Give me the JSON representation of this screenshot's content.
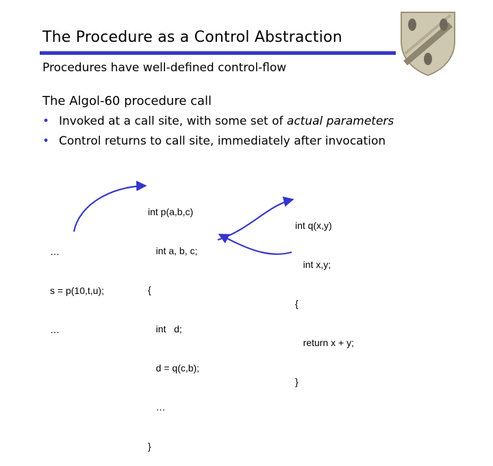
{
  "slide": {
    "title": "The Procedure as a Control Abstraction",
    "subtitle": "Procedures have well-defined control-flow",
    "heading": "The Algol-60 procedure call",
    "bullets": [
      {
        "marker": "•",
        "pre": "Invoked at a call site, with some set of ",
        "em": "actual parameters",
        "post": ""
      },
      {
        "marker": "•",
        "pre": "Control returns to call site, immediately after invocation",
        "em": "",
        "post": ""
      }
    ]
  },
  "code": {
    "caller": [
      "…",
      "s = p(10,t,u);",
      "…"
    ],
    "p": [
      "int p(a,b,c)",
      "   int a, b, c;",
      "{",
      "   int   d;",
      "   d = q(c,b);",
      "   …",
      "}"
    ],
    "q": [
      "int q(x,y)",
      "   int x,y;",
      "{",
      "   return x + y;",
      "}"
    ]
  },
  "colors": {
    "accent": "#3636c8",
    "shield": "#c9c1a6"
  }
}
